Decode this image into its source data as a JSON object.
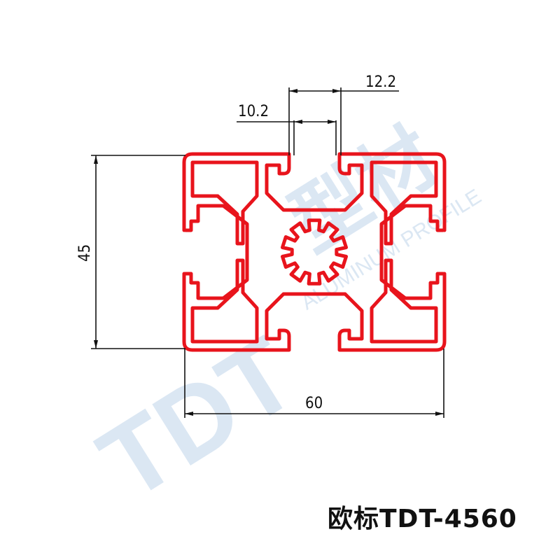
{
  "watermark": {
    "brand": "TDT",
    "chinese": "型材",
    "subtitle": "ALUMINUM PROFILE"
  },
  "dimensions": {
    "slot_outer": "12.2",
    "slot_inner": "10.2",
    "height": "45",
    "width": "60"
  },
  "profile_color": "#e8141c",
  "label": "欧标TDT-4560"
}
